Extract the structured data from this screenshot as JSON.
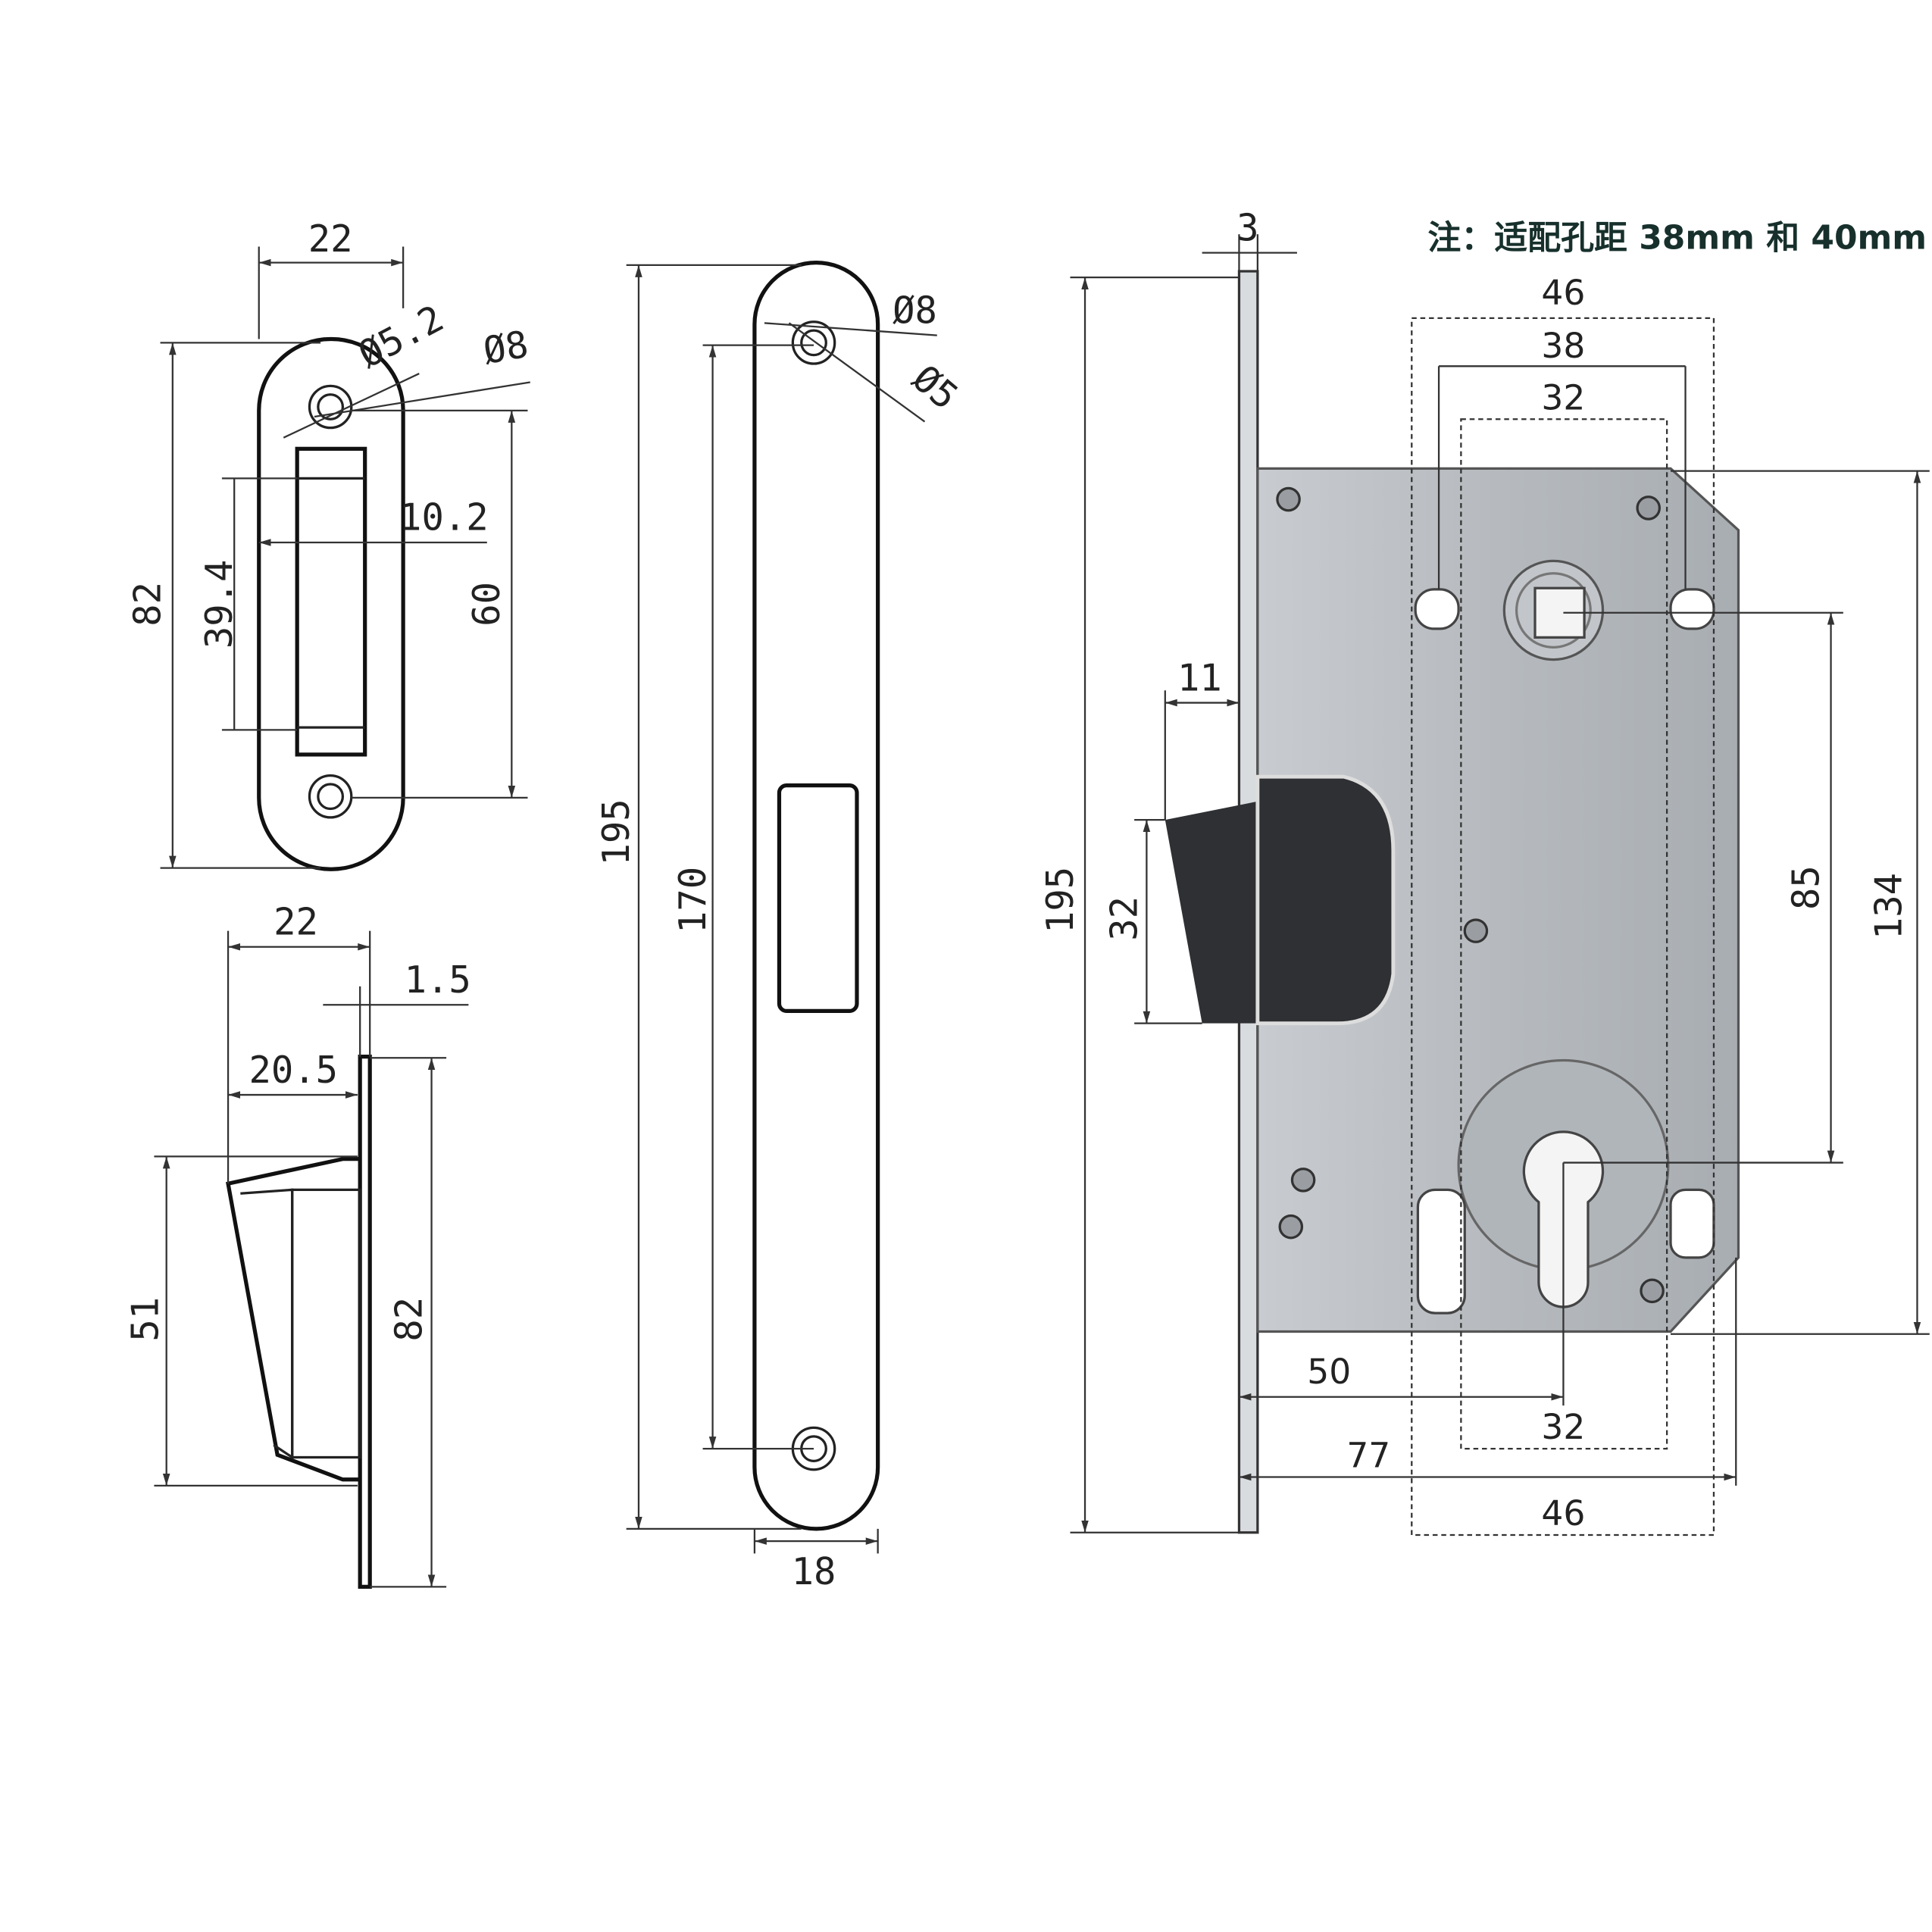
{
  "note": "注：适配孔距 38mm 和 40mm",
  "strike_plate_front": {
    "width": "22",
    "height": "82",
    "slot_length": "39.4",
    "hole_spacing": "60",
    "slot_width": "10.2",
    "hole_inner": "Ø5.2",
    "hole_outer": "Ø8"
  },
  "strike_plate_side": {
    "width": "22",
    "thickness": "1.5",
    "depth": "20.5",
    "box_height": "51",
    "height": "82"
  },
  "faceplate": {
    "height": "195",
    "hole_spacing": "170",
    "width": "18",
    "hole_outer": "Ø8",
    "hole_inner": "Ø5"
  },
  "lock_body": {
    "faceplate_thickness": "3",
    "height": "195",
    "latch_projection": "11",
    "latch_height": "32",
    "outer_width_top": "46",
    "hole_distance": "38",
    "inner_width_top": "32",
    "center_distance": "85",
    "body_height": "134",
    "backset": "50",
    "body_depth": "77",
    "inner_width_bottom": "32",
    "outer_width_bottom": "46"
  },
  "colors": {
    "body": "#b9bdc1",
    "latch": "#2e3033",
    "note": "#17302c"
  }
}
